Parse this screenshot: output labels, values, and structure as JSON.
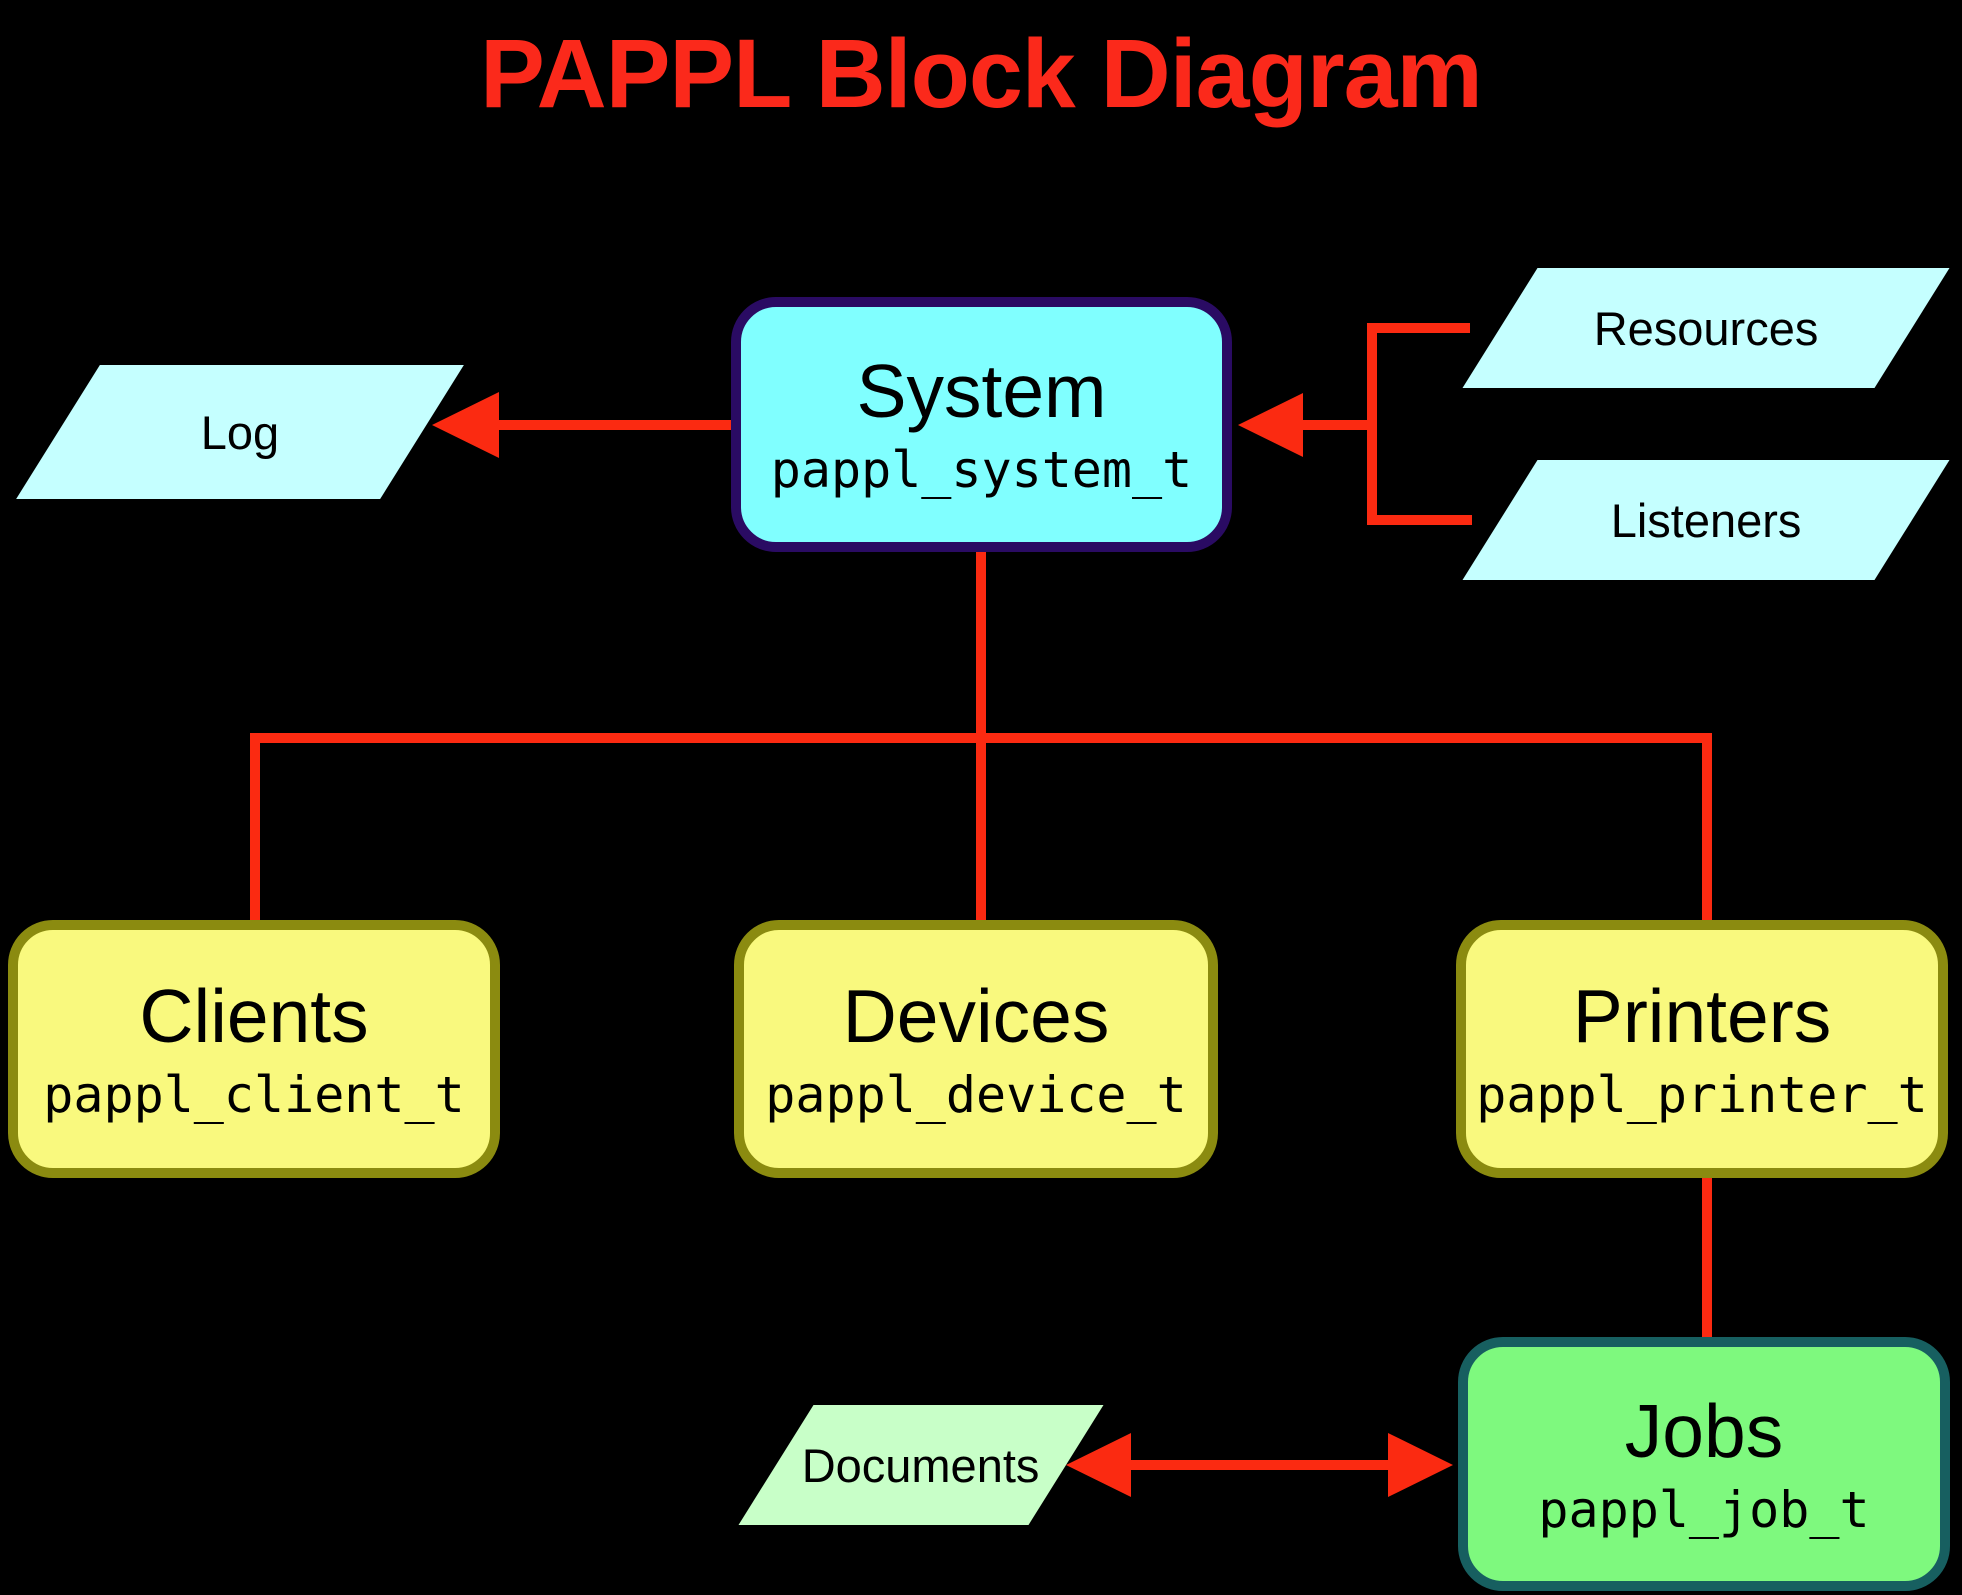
{
  "title": "PAPPL Block Diagram",
  "colors": {
    "bg": "#000000",
    "title": "#fb291b",
    "connector": "#fb2a11",
    "label": "#000000",
    "system-fill": "#80ffff",
    "system-border": "#2a0b63",
    "yellow-fill": "#f9f97e",
    "yellow-border": "#8b8b10",
    "jobs-fill": "#7ef97e",
    "jobs-border": "#175f60",
    "io-cyan": "#c5ffff",
    "io-green": "#c8ffc8"
  },
  "nodes": {
    "system": {
      "label": "System",
      "type": "pappl_system_t"
    },
    "log": {
      "label": "Log"
    },
    "resources": {
      "label": "Resources"
    },
    "listeners": {
      "label": "Listeners"
    },
    "clients": {
      "label": "Clients",
      "type": "pappl_client_t"
    },
    "devices": {
      "label": "Devices",
      "type": "pappl_device_t"
    },
    "printers": {
      "label": "Printers",
      "type": "pappl_printer_t"
    },
    "jobs": {
      "label": "Jobs",
      "type": "pappl_job_t"
    },
    "documents": {
      "label": "Documents"
    }
  },
  "edges": [
    {
      "from": "system",
      "to": "log",
      "style": "arrow-into-log"
    },
    {
      "from": "resources-listeners-bracket",
      "to": "system",
      "style": "arrow-into-system"
    },
    {
      "from": "system",
      "to": "clients",
      "style": "line"
    },
    {
      "from": "system",
      "to": "devices",
      "style": "line"
    },
    {
      "from": "system",
      "to": "printers",
      "style": "line"
    },
    {
      "from": "printers",
      "to": "jobs",
      "style": "line"
    },
    {
      "from": "documents",
      "to": "jobs",
      "style": "double-arrow"
    }
  ]
}
